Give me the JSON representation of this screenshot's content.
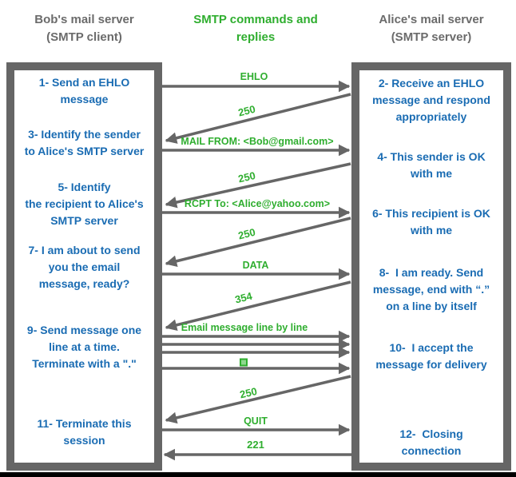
{
  "headers": {
    "client": "Bob's mail server\n(SMTP client)",
    "middle": "SMTP commands and\nreplies",
    "server": "Alice's mail server\n(SMTP server)"
  },
  "client_box": {
    "steps": [
      "1- Send an EHLO\nmessage",
      "3- Identify the sender\nto Alice's SMTP server",
      "5- Identify\nthe recipient to Alice's\nSMTP server",
      "7- I am about to send\nyou the email\nmessage, ready?",
      "9- Send message one\nline at a time.\nTerminate with a \".\"",
      "11- Terminate this\nsession"
    ]
  },
  "server_box": {
    "steps": [
      "2- Receive an EHLO\nmessage and respond\nappropriately",
      "4- This sender is OK\nwith me",
      "6- This recipient is OK\nwith me",
      "8-  I am ready. Send\nmessage, end with “.”\non a line by itself",
      "10-  I accept the\nmessage for delivery",
      "12-  Closing\nconnection"
    ]
  },
  "arrows": [
    {
      "label": "EHLO",
      "direction": "client-to-server"
    },
    {
      "label": "250",
      "direction": "server-to-client"
    },
    {
      "label": "MAIL FROM: <Bob@gmail.com>",
      "direction": "client-to-server"
    },
    {
      "label": "250",
      "direction": "server-to-client"
    },
    {
      "label": "RCPT To: <Alice@yahoo.com>",
      "direction": "client-to-server"
    },
    {
      "label": "250",
      "direction": "server-to-client"
    },
    {
      "label": "DATA",
      "direction": "client-to-server"
    },
    {
      "label": "354",
      "direction": "server-to-client"
    },
    {
      "label": "Email message line by line",
      "direction": "client-to-server",
      "line_count": 3
    },
    {
      "label": ".",
      "direction": "client-to-server",
      "rendered_as": "green-square"
    },
    {
      "label": "250",
      "direction": "server-to-client"
    },
    {
      "label": "QUIT",
      "direction": "client-to-server"
    },
    {
      "label": "221",
      "direction": "server-to-client"
    }
  ],
  "colors": {
    "accent_green": "#2fae2f",
    "step_blue": "#1a6cb3",
    "frame_gray": "#666666"
  }
}
